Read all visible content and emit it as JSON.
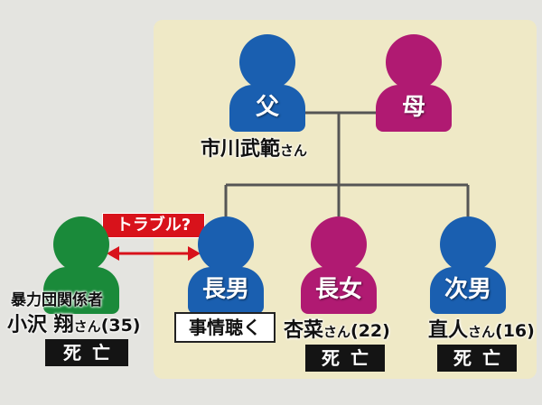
{
  "colors": {
    "male": "#1a5fb0",
    "female": "#b01a72",
    "gang": "#1a8a3a",
    "trouble": "#d8121b"
  },
  "trouble_label": "トラブル?",
  "father": {
    "role": "父",
    "name": "市川武範",
    "honorific": "さん"
  },
  "mother": {
    "role": "母"
  },
  "eldest_son": {
    "role": "長男",
    "status": "事情聴く"
  },
  "eldest_daughter": {
    "role": "長女",
    "name": "杏菜",
    "honorific": "さん",
    "age": "(22)",
    "status": "死亡"
  },
  "second_son": {
    "role": "次男",
    "name": "直人",
    "honorific": "さん",
    "age": "(16)",
    "status": "死亡"
  },
  "gang_member": {
    "affiliation": "暴力団関係者",
    "name": "小沢 翔",
    "honorific": "さん",
    "age": "(35)",
    "status": "死亡"
  }
}
